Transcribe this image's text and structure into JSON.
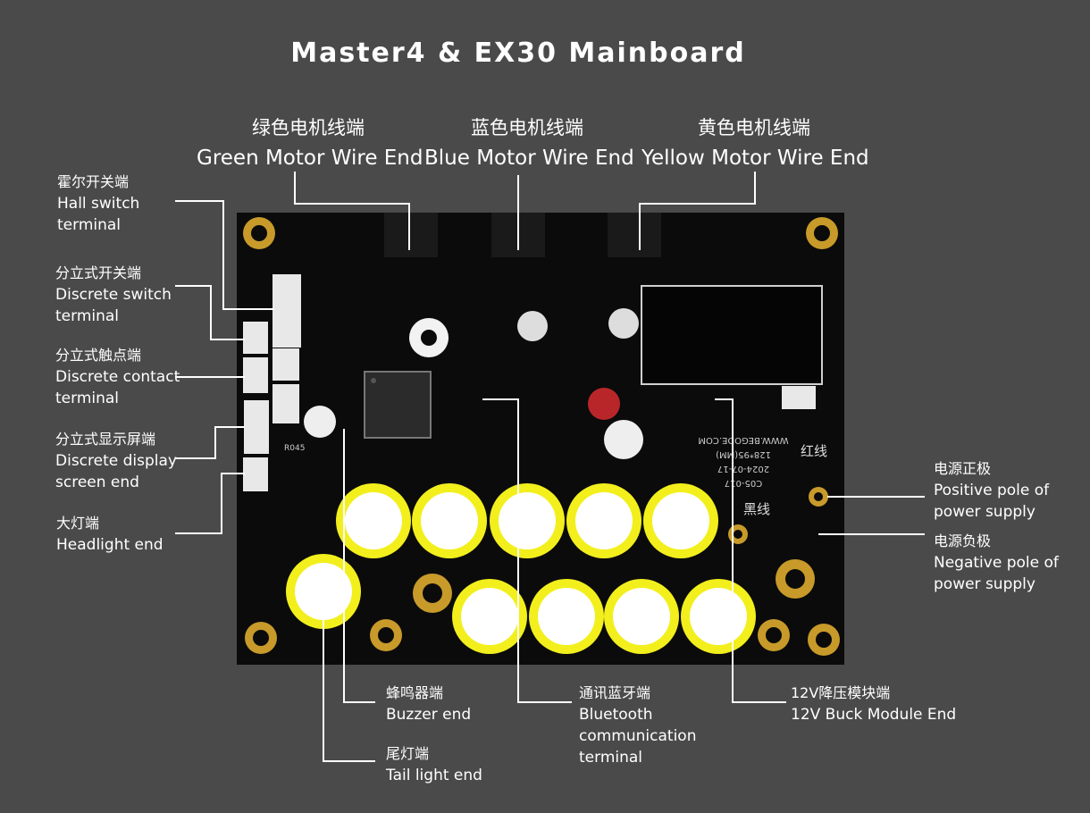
{
  "title": "Master4 & EX30 Mainboard",
  "colors": {
    "background": "#4a4a4a",
    "board": "#0a0a0a",
    "capacitor": "#f2ef1d",
    "gold": "#c79a2a",
    "leader": "#ffffff"
  },
  "top_labels": [
    {
      "cn": "绿色电机线端",
      "en": "Green Motor Wire End"
    },
    {
      "cn": "蓝色电机线端",
      "en": "Blue Motor Wire End"
    },
    {
      "cn": "黄色电机线端",
      "en": "Yellow Motor Wire End"
    }
  ],
  "left_labels": [
    {
      "cn": "霍尔开关端",
      "en1": "Hall switch",
      "en2": "terminal"
    },
    {
      "cn": "分立式开关端",
      "en1": "Discrete switch",
      "en2": "terminal"
    },
    {
      "cn": "分立式触点端",
      "en1": "Discrete contact",
      "en2": "terminal"
    },
    {
      "cn": "分立式显示屏端",
      "en1": "Discrete display",
      "en2": "screen end"
    },
    {
      "cn": "大灯端",
      "en1": "Headlight end",
      "en2": ""
    }
  ],
  "right_labels": [
    {
      "cn": "电源正极",
      "en1": "Positive pole of",
      "en2": "power supply"
    },
    {
      "cn": "电源负极",
      "en1": "Negative pole of",
      "en2": "power supply"
    }
  ],
  "bottom_labels": [
    {
      "cn": "蜂鸣器端",
      "en1": "Buzzer end",
      "en2": ""
    },
    {
      "cn": "尾灯端",
      "en1": "Tail light end",
      "en2": ""
    },
    {
      "cn": "通讯蓝牙端",
      "en1": "Bluetooth",
      "en2": "communication",
      "en3": "terminal"
    },
    {
      "cn": "12V降压模块端",
      "en1": "12V Buck Module End",
      "en2": ""
    }
  ],
  "board_silkscreen": {
    "red_wire": "红线",
    "black_wire": "黑线",
    "website": "WWW.BEGODE.COM",
    "model": "128*95(MM)",
    "date": "2024-07-17",
    "code": "C05-017",
    "resistor": "R045"
  }
}
